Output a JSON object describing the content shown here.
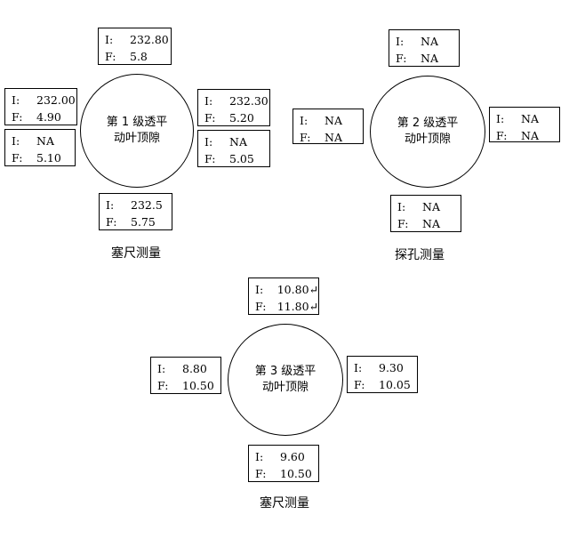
{
  "diagrams": [
    {
      "circle_line1": "第 1 级透平",
      "circle_line2": "动叶顶隙",
      "caption": "塞尺测量",
      "boxes": {
        "top": {
          "i": "232.80",
          "f": "5.8"
        },
        "left_upper": {
          "i": "232.00",
          "f": "4.90"
        },
        "left_lower": {
          "i": "NA",
          "f": "5.10"
        },
        "right_upper": {
          "i": "232.30",
          "f": "5.20"
        },
        "right_lower": {
          "i": "NA",
          "f": "5.05"
        },
        "bottom": {
          "i": "232.5",
          "f": "5.75"
        }
      }
    },
    {
      "circle_line1": "第 2 级透平",
      "circle_line2": "动叶顶隙",
      "caption": "探孔测量",
      "boxes": {
        "top": {
          "i": "NA",
          "f": "NA"
        },
        "left": {
          "i": "NA",
          "f": "NA"
        },
        "right": {
          "i": "NA",
          "f": "NA"
        },
        "bottom": {
          "i": "NA",
          "f": "NA"
        }
      }
    },
    {
      "circle_line1": "第 3 级透平",
      "circle_line2": "动叶顶隙",
      "caption": "塞尺测量",
      "boxes": {
        "top": {
          "i": "10.80↵",
          "f": "11.80↵"
        },
        "left": {
          "i": "8.80",
          "f": "10.50"
        },
        "right": {
          "i": "9.30",
          "f": "10.05"
        },
        "bottom": {
          "i": "9.60",
          "f": "10.50"
        }
      }
    }
  ],
  "labels": {
    "i": "I:",
    "f": "F:"
  }
}
